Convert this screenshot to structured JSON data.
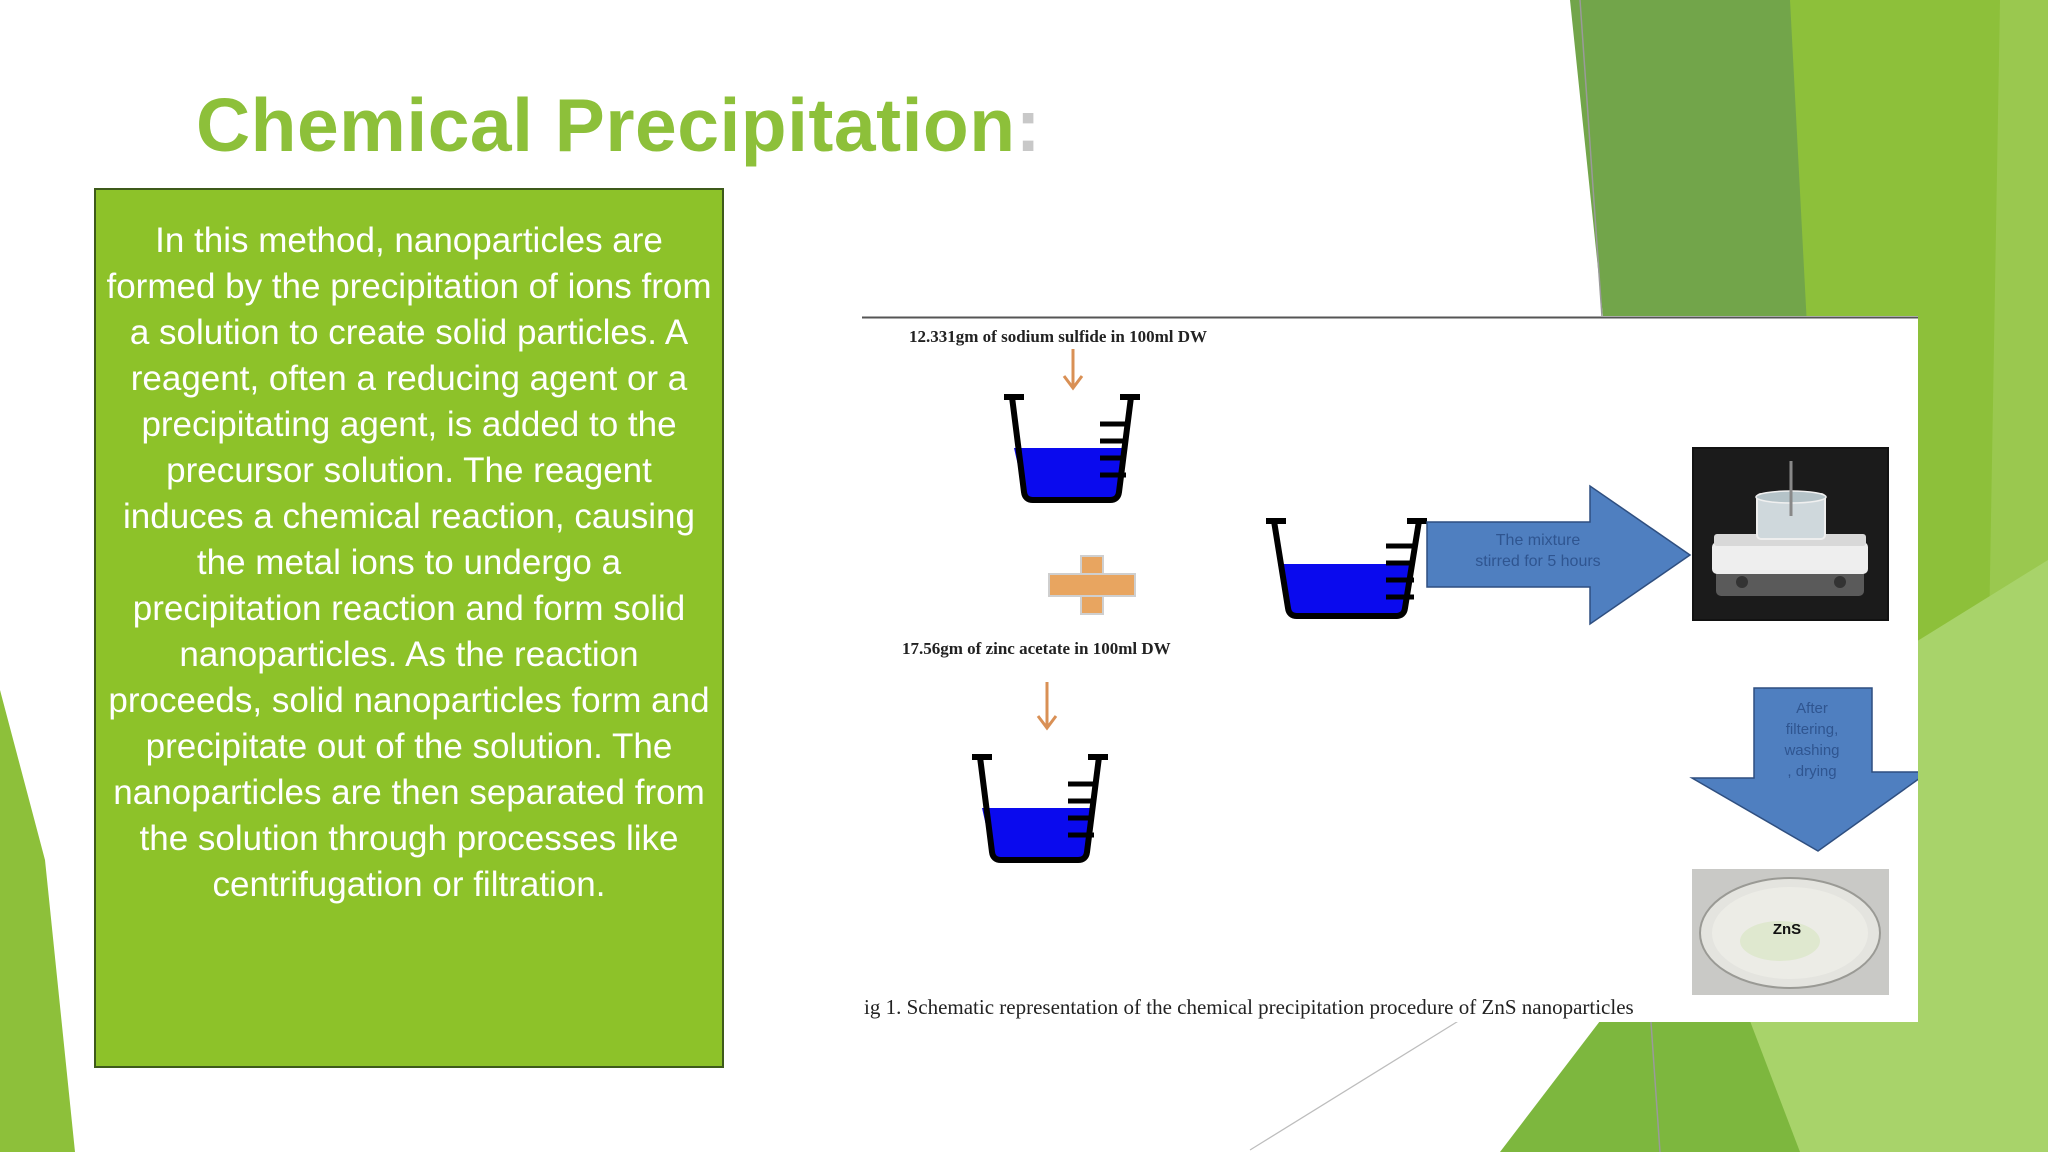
{
  "slide": {
    "title": "Chemical Precipitation",
    "title_colon": ":",
    "body": "In this method, nanoparticles are formed by the precipitation of ions from a solution to create solid particles. A reagent, often a reducing agent or a precipitating agent, is added to the precursor solution. The reagent induces a chemical reaction, causing the metal ions to undergo a precipitation reaction and form solid nanoparticles. As the reaction proceeds, solid nanoparticles form and precipitate out of the solution. The nanoparticles are then separated from the solution through processes like centrifugation or filtration."
  },
  "figure": {
    "label_top": "12.331gm of sodium sulfide in 100ml DW",
    "label_middle": "17.56gm of zinc acetate in 100ml DW",
    "arrow_right_text": [
      "The mixture",
      "stirred for 5 hours"
    ],
    "arrow_down_text": [
      "After",
      "filtering,",
      "washing",
      ", drying"
    ],
    "dish_label": "ZnS",
    "caption": "ig 1. Schematic representation of the chemical precipitation procedure of ZnS nanoparticles"
  },
  "colors": {
    "accent_green": "#8dc03a",
    "box_green": "#8dc229",
    "solution_blue": "#0a0aee",
    "arrow_blue": "#4f7fc0",
    "plus_orange": "#e8a560"
  }
}
